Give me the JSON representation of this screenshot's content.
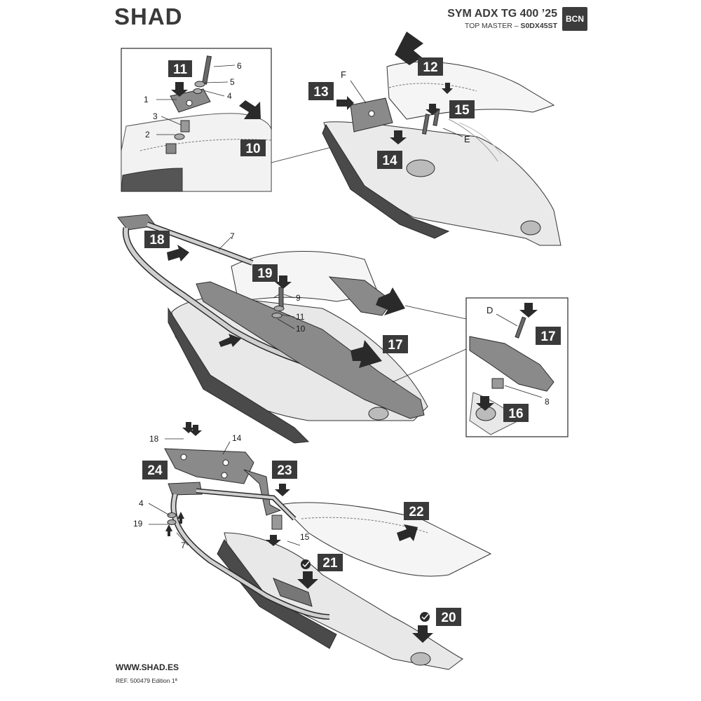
{
  "header": {
    "brand": "SHAD",
    "model": "SYM ADX TG 400 ’25",
    "product_prefix": "TOP MASTER – ",
    "product_code": "S0DX45ST",
    "badge": "BCN"
  },
  "footer": {
    "website": "WWW.SHAD.ES",
    "reference": "REF. 500479 Edition 1ª"
  },
  "steps": {
    "s10": "10",
    "s11": "11",
    "s12": "12",
    "s13": "13",
    "s14": "14",
    "s15": "15",
    "s16": "16",
    "s17a": "17",
    "s17b": "17",
    "s18": "18",
    "s19": "19",
    "s20": "20",
    "s21": "21",
    "s22": "22",
    "s23": "23",
    "s24": "24"
  },
  "parts": {
    "p1": "1",
    "p2": "2",
    "p3": "3",
    "p4": "4",
    "p5": "5",
    "p6": "6",
    "p7a": "7",
    "p9": "9",
    "p11": "11",
    "p10": "10",
    "p8": "8",
    "p14": "14",
    "p18": "18",
    "p4b": "4",
    "p19": "19",
    "p7b": "7",
    "p15": "15"
  },
  "letters": {
    "F": "F",
    "E": "E",
    "D": "D"
  },
  "colors": {
    "step_box": "#3a3a3a",
    "line": "#2a2a2a",
    "fill_part": "#7a7a7a",
    "fill_light": "#d9d9d9"
  }
}
